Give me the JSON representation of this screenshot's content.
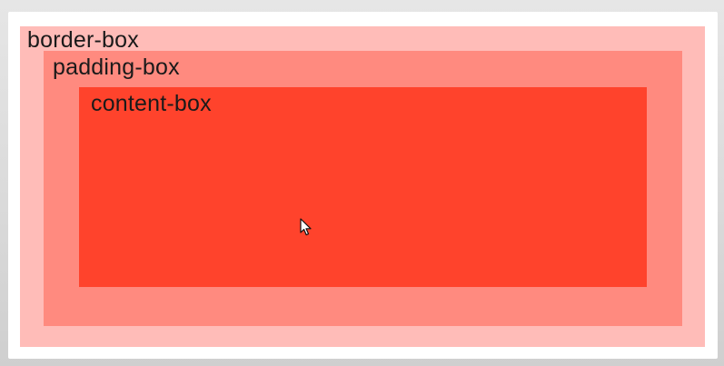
{
  "diagram": {
    "boxes": [
      {
        "id": "border-box",
        "label": "border-box",
        "color": "#ffbcb8"
      },
      {
        "id": "padding-box",
        "label": "padding-box",
        "color": "#ff8a7f"
      },
      {
        "id": "content-box",
        "label": "content-box",
        "color": "#ff432c"
      }
    ]
  },
  "colors": {
    "card_background": "#ffffff",
    "page_background": "#dcdcdc",
    "label_text": "#1a1a1a"
  },
  "cursor": {
    "icon": "mouse-pointer-icon"
  }
}
